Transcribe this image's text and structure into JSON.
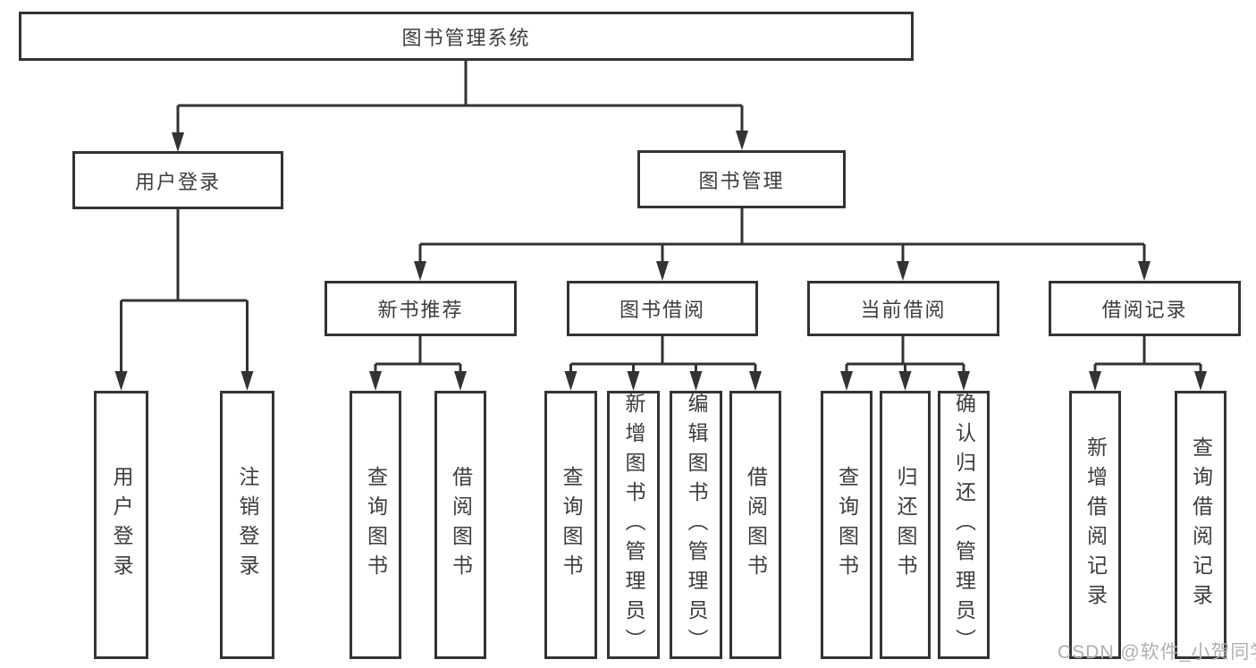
{
  "colors": {
    "line": "#333333",
    "box_border": "#333333",
    "box_fill": "#ffffff",
    "text": "#3d3d3d",
    "watermark_text": "#b0b0b0"
  },
  "tree": {
    "root": {
      "label": "图书管理系统"
    },
    "branches": [
      {
        "label": "用户登录",
        "children": [
          {
            "label": "用户登录"
          },
          {
            "label": "注销登录"
          }
        ]
      },
      {
        "label": "图书管理",
        "children": [
          {
            "label": "新书推荐",
            "children": [
              {
                "label": "查询图书"
              },
              {
                "label": "借阅图书"
              }
            ]
          },
          {
            "label": "图书借阅",
            "children": [
              {
                "label": "查询图书"
              },
              {
                "label": "新增图书（管理员）"
              },
              {
                "label": "编辑图书（管理员）"
              },
              {
                "label": "借阅图书"
              }
            ]
          },
          {
            "label": "当前借阅",
            "children": [
              {
                "label": "查询图书"
              },
              {
                "label": "归还图书"
              },
              {
                "label": "确认归还（管理员）"
              }
            ]
          },
          {
            "label": "借阅记录",
            "children": [
              {
                "label": "新增借阅记录"
              },
              {
                "label": "查询借阅记录"
              }
            ]
          }
        ]
      }
    ]
  },
  "watermark": {
    "text": "CSDN @软件_小贺同学"
  }
}
